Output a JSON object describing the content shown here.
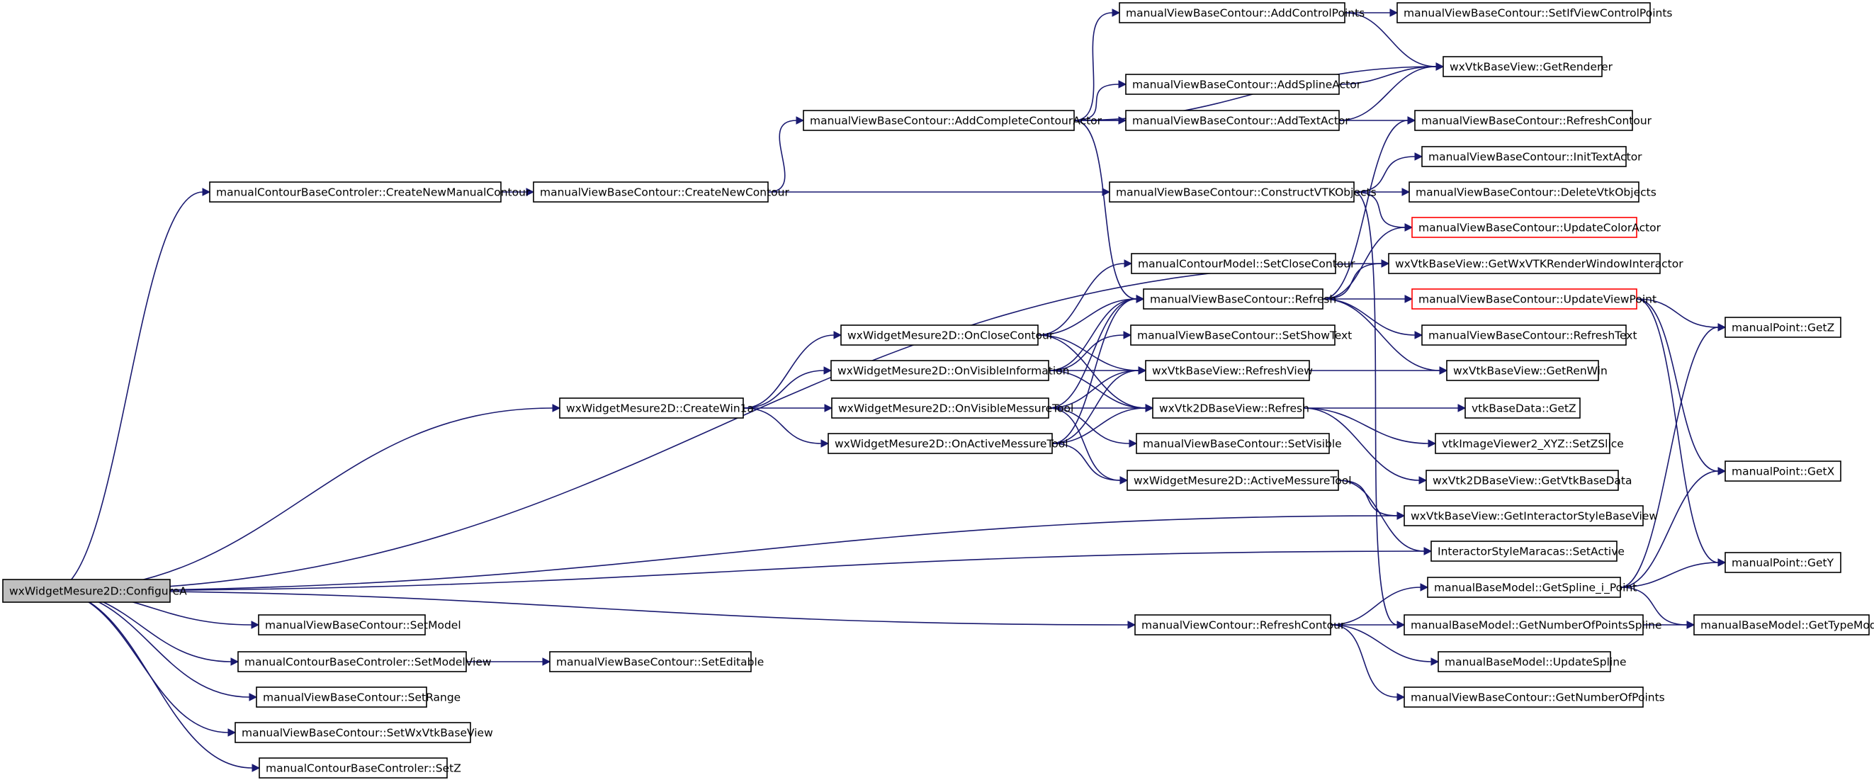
{
  "nodes": [
    {
      "id": "root",
      "label": "wxWidgetMesure2D::ConfigureA",
      "style": "root"
    },
    {
      "id": "mcbc_cnmc",
      "label": "manualContourBaseControler::CreateNewManualContour"
    },
    {
      "id": "mvbc_cnc",
      "label": "manualViewBaseContour::CreateNewContour"
    },
    {
      "id": "mvbc_acca",
      "label": "manualViewBaseContour::AddCompleteContourActor"
    },
    {
      "id": "mvbc_acp",
      "label": "manualViewBaseContour::AddControlPoints"
    },
    {
      "id": "mvbc_sivcp",
      "label": "manualViewBaseContour::SetIfViewControlPoints"
    },
    {
      "id": "wxvbv_gr",
      "label": "wxVtkBaseView::GetRenderer"
    },
    {
      "id": "mvbc_asa",
      "label": "manualViewBaseContour::AddSplineActor"
    },
    {
      "id": "mvbc_ata",
      "label": "manualViewBaseContour::AddTextActor"
    },
    {
      "id": "mvbc_rc",
      "label": "manualViewBaseContour::RefreshContour"
    },
    {
      "id": "mvbc_ita",
      "label": "manualViewBaseContour::InitTextActor"
    },
    {
      "id": "mvbc_cvo",
      "label": "manualViewBaseContour::ConstructVTKObjects"
    },
    {
      "id": "mvbc_dvo",
      "label": "manualViewBaseContour::DeleteVtkObjects"
    },
    {
      "id": "mvbc_uca",
      "label": "manualViewBaseContour::UpdateColorActor",
      "style": "red"
    },
    {
      "id": "wxvbv_gwrwi",
      "label": "wxVtkBaseView::GetWxVTKRenderWindowInteractor"
    },
    {
      "id": "mcm_scc",
      "label": "manualContourModel::SetCloseContour"
    },
    {
      "id": "mvbc_ref",
      "label": "manualViewBaseContour::Refresh"
    },
    {
      "id": "mvbc_uvp",
      "label": "manualViewBaseContour::UpdateViewPoint",
      "style": "red"
    },
    {
      "id": "mp_getz",
      "label": "manualPoint::GetZ"
    },
    {
      "id": "wwm_occ",
      "label": "wxWidgetMesure2D::OnCloseContour"
    },
    {
      "id": "mvbc_sst",
      "label": "manualViewBaseContour::SetShowText"
    },
    {
      "id": "mvbc_rt",
      "label": "manualViewBaseContour::RefreshText"
    },
    {
      "id": "wwm_ovi",
      "label": "wxWidgetMesure2D::OnVisibleInformation"
    },
    {
      "id": "wxvbv_rv",
      "label": "wxVtkBaseView::RefreshView"
    },
    {
      "id": "wxvbv_grw",
      "label": "wxVtkBaseView::GetRenWin"
    },
    {
      "id": "wwm_cw1",
      "label": "wxWidgetMesure2D::CreateWin1a"
    },
    {
      "id": "wwm_ovmt",
      "label": "wxWidgetMesure2D::OnVisibleMessureTool"
    },
    {
      "id": "wx2d_ref",
      "label": "wxVtk2DBaseView::Refresh"
    },
    {
      "id": "vbd_getz",
      "label": "vtkBaseData::GetZ"
    },
    {
      "id": "wwm_oamt",
      "label": "wxWidgetMesure2D::OnActiveMessureTool"
    },
    {
      "id": "mvbc_sv",
      "label": "manualViewBaseContour::SetVisible"
    },
    {
      "id": "viv_szs",
      "label": "vtkImageViewer2_XYZ::SetZSlice"
    },
    {
      "id": "mp_getx",
      "label": "manualPoint::GetX"
    },
    {
      "id": "wwm_amt",
      "label": "wxWidgetMesure2D::ActiveMessureTool"
    },
    {
      "id": "wx2d_gvbd",
      "label": "wxVtk2DBaseView::GetVtkBaseData"
    },
    {
      "id": "wxvbv_gisbv",
      "label": "wxVtkBaseView::GetInteractorStyleBaseView"
    },
    {
      "id": "ism_sa",
      "label": "InteractorStyleMaracas::SetActive"
    },
    {
      "id": "mp_gety",
      "label": "manualPoint::GetY"
    },
    {
      "id": "mbm_gsip",
      "label": "manualBaseModel::GetSpline_i_Point"
    },
    {
      "id": "mvc_rc",
      "label": "manualViewContour::RefreshContour"
    },
    {
      "id": "mbm_gnops",
      "label": "manualBaseModel::GetNumberOfPointsSpline"
    },
    {
      "id": "mbm_gtm",
      "label": "manualBaseModel::GetTypeModel"
    },
    {
      "id": "mvbc_sm",
      "label": "manualViewBaseContour::SetModel"
    },
    {
      "id": "mcbc_smv",
      "label": "manualContourBaseControler::SetModelView"
    },
    {
      "id": "mvbc_se",
      "label": "manualViewBaseContour::SetEditable"
    },
    {
      "id": "mbm_us",
      "label": "manualBaseModel::UpdateSpline"
    },
    {
      "id": "mvbc_sr",
      "label": "manualViewBaseContour::SetRange"
    },
    {
      "id": "mvbc_gnop",
      "label": "manualViewBaseContour::GetNumberOfPoints"
    },
    {
      "id": "mvbc_swvbv",
      "label": "manualViewBaseContour::SetWxVtkBaseView"
    },
    {
      "id": "mcbc_setz",
      "label": "manualContourBaseControler::SetZ"
    }
  ],
  "edges": [
    [
      "root",
      "mcbc_cnmc"
    ],
    [
      "root",
      "wxvbv_gwrwi"
    ],
    [
      "root",
      "wwm_cw1"
    ],
    [
      "root",
      "wxvbv_gisbv"
    ],
    [
      "root",
      "ism_sa"
    ],
    [
      "root",
      "mvc_rc"
    ],
    [
      "root",
      "mvbc_sm"
    ],
    [
      "root",
      "mcbc_smv"
    ],
    [
      "root",
      "mvbc_sr"
    ],
    [
      "root",
      "mvbc_swvbv"
    ],
    [
      "root",
      "mcbc_setz"
    ],
    [
      "mcbc_cnmc",
      "mvbc_cnc"
    ],
    [
      "mvbc_cnc",
      "mvbc_acca"
    ],
    [
      "mvbc_cnc",
      "mvbc_cvo"
    ],
    [
      "mvbc_acca",
      "mvbc_acp"
    ],
    [
      "mvbc_acca",
      "wxvbv_gr"
    ],
    [
      "mvbc_acca",
      "mvbc_asa"
    ],
    [
      "mvbc_acca",
      "mvbc_ata"
    ],
    [
      "mvbc_acca",
      "mvbc_rc"
    ],
    [
      "mvbc_acca",
      "mvbc_ref"
    ],
    [
      "mvbc_acp",
      "mvbc_sivcp"
    ],
    [
      "mvbc_acp",
      "wxvbv_gr"
    ],
    [
      "mvbc_asa",
      "wxvbv_gr"
    ],
    [
      "mvbc_ata",
      "wxvbv_gr"
    ],
    [
      "mvbc_cvo",
      "mvbc_ita"
    ],
    [
      "mvbc_cvo",
      "mvbc_dvo"
    ],
    [
      "mvbc_cvo",
      "mvbc_uca"
    ],
    [
      "mvbc_cvo",
      "mbm_gnops"
    ],
    [
      "mvbc_ref",
      "mvbc_rc"
    ],
    [
      "mvbc_ref",
      "mvbc_uca"
    ],
    [
      "mvbc_ref",
      "wxvbv_gwrwi"
    ],
    [
      "mvbc_ref",
      "mvbc_uvp"
    ],
    [
      "mvbc_ref",
      "mvbc_rt"
    ],
    [
      "mvbc_ref",
      "wxvbv_grw"
    ],
    [
      "mvbc_uvp",
      "mp_getz"
    ],
    [
      "mvbc_uvp",
      "mp_getx"
    ],
    [
      "mvbc_uvp",
      "mp_gety"
    ],
    [
      "wwm_cw1",
      "wwm_occ"
    ],
    [
      "wwm_cw1",
      "wwm_ovi"
    ],
    [
      "wwm_cw1",
      "wwm_ovmt"
    ],
    [
      "wwm_cw1",
      "wwm_oamt"
    ],
    [
      "wwm_occ",
      "mcm_scc"
    ],
    [
      "wwm_occ",
      "mvbc_ref"
    ],
    [
      "wwm_occ",
      "wxvbv_rv"
    ],
    [
      "wwm_occ",
      "wx2d_ref"
    ],
    [
      "wwm_ovi",
      "mvbc_sst"
    ],
    [
      "wwm_ovi",
      "mvbc_ref"
    ],
    [
      "wwm_ovi",
      "wxvbv_rv"
    ],
    [
      "wwm_ovi",
      "wx2d_ref"
    ],
    [
      "wwm_ovmt",
      "mvbc_ref"
    ],
    [
      "wwm_ovmt",
      "wxvbv_rv"
    ],
    [
      "wwm_ovmt",
      "wx2d_ref"
    ],
    [
      "wwm_ovmt",
      "mvbc_sv"
    ],
    [
      "wwm_ovmt",
      "wwm_amt"
    ],
    [
      "wwm_oamt",
      "mvbc_ref"
    ],
    [
      "wwm_oamt",
      "wxvbv_rv"
    ],
    [
      "wwm_oamt",
      "wx2d_ref"
    ],
    [
      "wwm_oamt",
      "wwm_amt"
    ],
    [
      "wxvbv_rv",
      "wxvbv_grw"
    ],
    [
      "wx2d_ref",
      "vbd_getz"
    ],
    [
      "wx2d_ref",
      "viv_szs"
    ],
    [
      "wx2d_ref",
      "wx2d_gvbd"
    ],
    [
      "wwm_amt",
      "wxvbv_gisbv"
    ],
    [
      "wwm_amt",
      "ism_sa"
    ],
    [
      "mvc_rc",
      "mbm_gsip"
    ],
    [
      "mvc_rc",
      "mbm_gnops"
    ],
    [
      "mvc_rc",
      "mbm_us"
    ],
    [
      "mvc_rc",
      "mvbc_gnop"
    ],
    [
      "mbm_gsip",
      "mp_getz"
    ],
    [
      "mbm_gsip",
      "mp_getx"
    ],
    [
      "mbm_gsip",
      "mp_gety"
    ],
    [
      "mbm_gsip",
      "mbm_gtm"
    ],
    [
      "mbm_gnops",
      "mbm_gtm"
    ],
    [
      "mcbc_smv",
      "mvbc_se"
    ]
  ]
}
